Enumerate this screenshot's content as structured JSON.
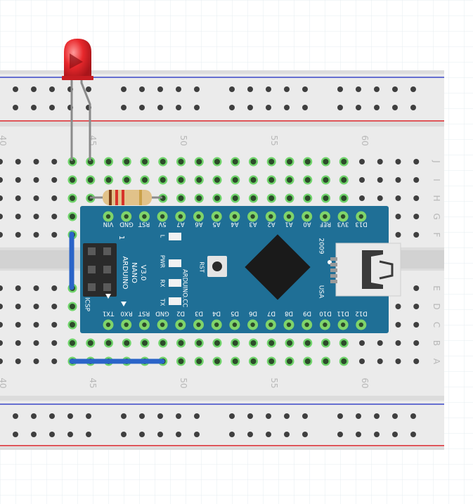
{
  "breadboard": {
    "column_labels_top": [
      "40",
      "45",
      "50",
      "55",
      "60"
    ],
    "column_labels_bottom": [
      "40",
      "45",
      "50",
      "55",
      "60"
    ],
    "row_labels_top": [
      "J",
      "I",
      "H",
      "G",
      "F"
    ],
    "row_labels_bottom": [
      "E",
      "D",
      "C",
      "B",
      "A"
    ]
  },
  "arduino": {
    "board_lines": [
      "ARDUINO",
      "NANO",
      "V3.0"
    ],
    "site": "ARDUINO.CC",
    "year": "2009",
    "country": "USA",
    "reset_label": "RST",
    "icsp_label": "ICSP",
    "icsp_pin1_label": "1",
    "led_labels": [
      "L",
      "PWR",
      "RX",
      "TX"
    ],
    "top_pin_labels": [
      "VIN",
      "GND",
      "RST",
      "5V",
      "A7",
      "A6",
      "A5",
      "A4",
      "A3",
      "A2",
      "A1",
      "A0",
      "REF",
      "3V3",
      "D13"
    ],
    "bottom_pin_labels": [
      "TX1",
      "RX0",
      "RST",
      "GND",
      "D2",
      "D3",
      "D4",
      "D5",
      "D6",
      "D7",
      "D8",
      "D9",
      "D10",
      "D11",
      "D12"
    ]
  },
  "colors": {
    "board": "#1f6f96",
    "chip": "#1a1a1a",
    "led": "#e8282c",
    "wire": "#2a64c8",
    "rail_red": "#d9252a",
    "rail_blue": "#3a47c8",
    "hole_active": "#6fd36a"
  }
}
